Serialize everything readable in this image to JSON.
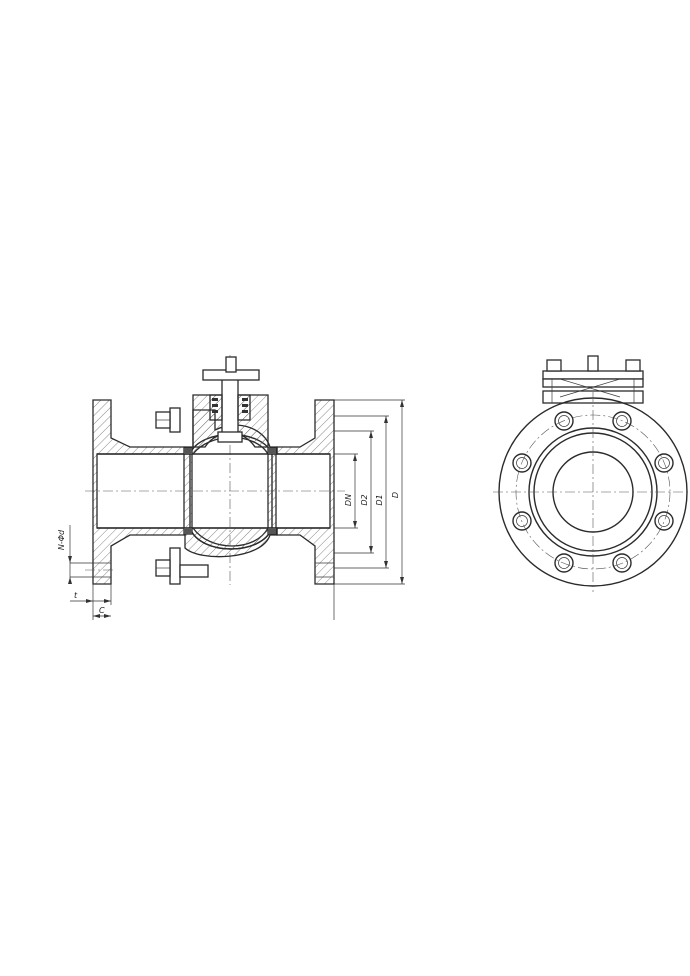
{
  "dimension_labels": {
    "N_phi_d": "N-Φd",
    "t": "t",
    "C": "C",
    "DN": "DN",
    "D2": "D2",
    "D1": "D1",
    "D": "D"
  },
  "colors": {
    "line": "#2b2b2b",
    "background": "#ffffff"
  }
}
